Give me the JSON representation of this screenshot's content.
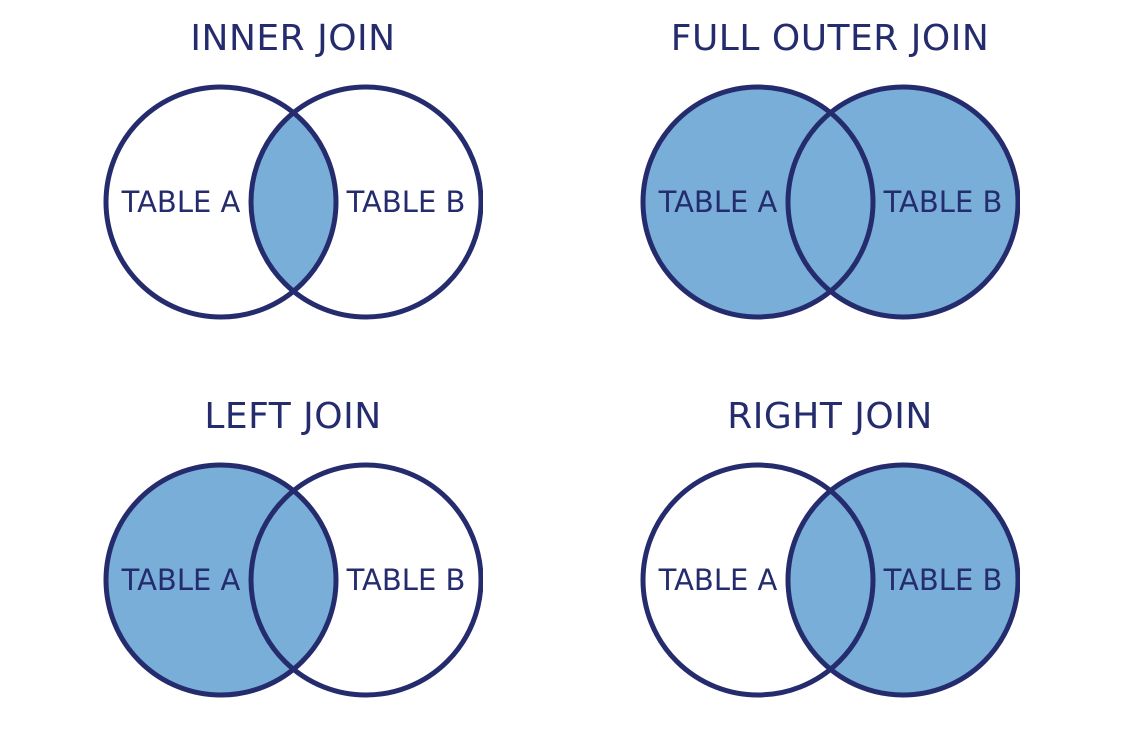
{
  "page": {
    "background": "#ffffff",
    "description": "SQL join types illustrated as Venn diagrams"
  },
  "colors": {
    "circle_stroke": "#252c6e",
    "label_text": "#252c6e",
    "shaded_fill": "#79aed8",
    "unshaded_fill": "#ffffff"
  },
  "diagrams": [
    {
      "id": "inner-join",
      "title": "INNER JOIN",
      "label_a": "TABLE A",
      "label_b": "TABLE B",
      "shaded_parts": [
        "intersection"
      ]
    },
    {
      "id": "full-outer-join",
      "title": "FULL OUTER JOIN",
      "label_a": "TABLE A",
      "label_b": "TABLE B",
      "shaded_parts": [
        "a",
        "b",
        "intersection"
      ]
    },
    {
      "id": "left-join",
      "title": "LEFT JOIN",
      "label_a": "TABLE A",
      "label_b": "TABLE B",
      "shaded_parts": [
        "a",
        "intersection"
      ]
    },
    {
      "id": "right-join",
      "title": "RIGHT JOIN",
      "label_a": "TABLE A",
      "label_b": "TABLE B",
      "shaded_parts": [
        "b",
        "intersection"
      ]
    }
  ]
}
